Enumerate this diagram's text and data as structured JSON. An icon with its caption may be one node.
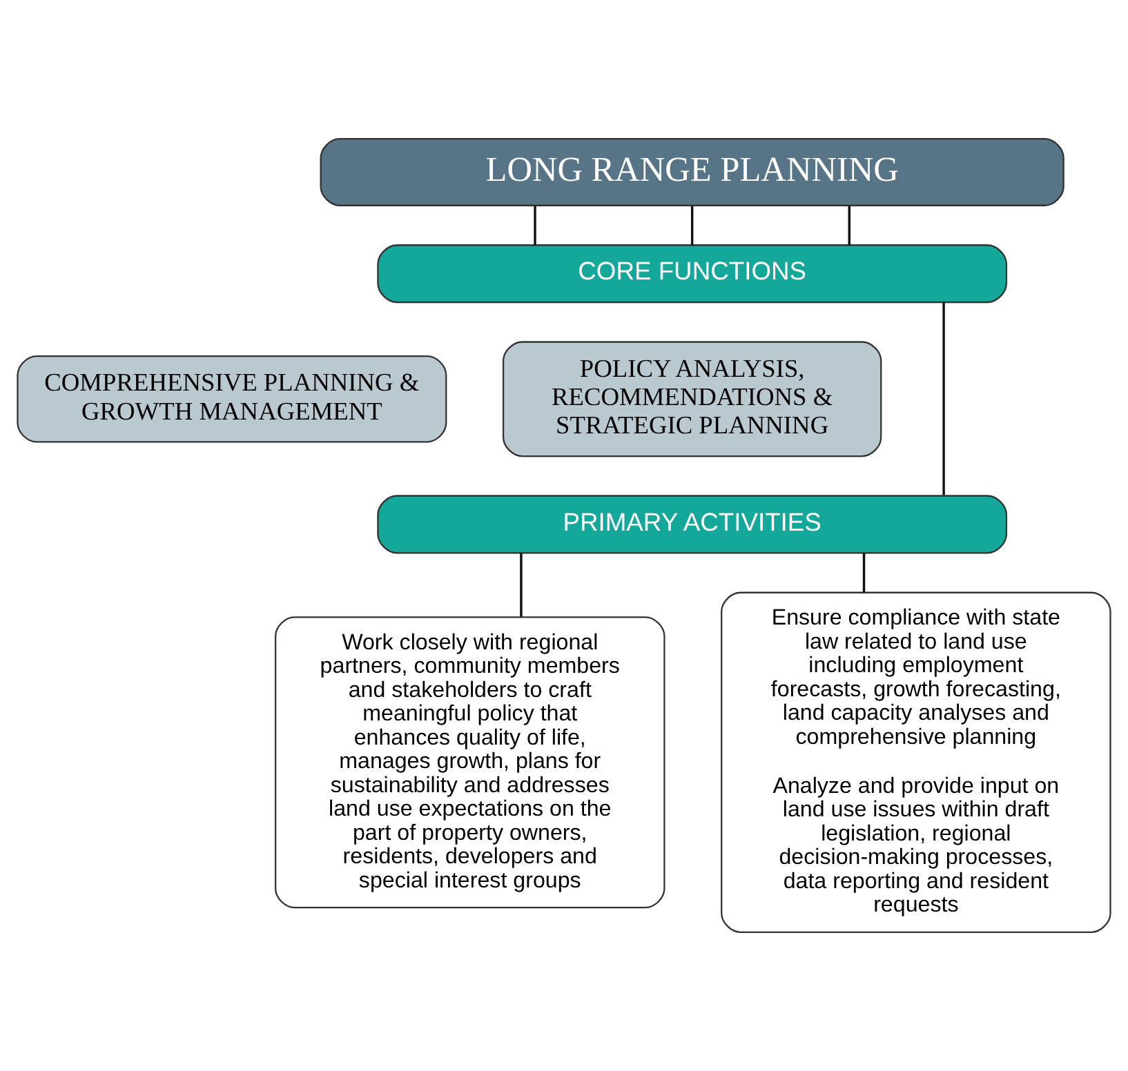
{
  "diagram": {
    "nodes": [
      {
        "text": [
          "LONG RANGE PLANNING"
        ]
      },
      {
        "text": [
          "CORE FUNCTIONS"
        ]
      },
      {
        "text": [
          "COMPREHENSIVE PLANNING & GROWTH MANAGEMENT"
        ]
      },
      {
        "text": [
          "POLICY ANALYSIS, RECOMMENDATIONS & STRATEGIC PLANNING"
        ]
      },
      {
        "text": [
          "PRIMARY ACTIVITIES"
        ]
      },
      {
        "text": [
          "Work closely with regional partners, community members and stakeholders to craft meaningful policy that enhances quality of life, manages growth, plans for sustainability and addresses land use expectations on the part of property owners, residents, developers and special interest groups"
        ]
      },
      {
        "text": [
          "Ensure compliance with state law related to land use including employment forecasts, growth forecasting, land capacity analyses and comprehensive planning",
          "Analyze and provide input on land use issues within draft legislation, regional decision-making processes, data reporting and resident requests"
        ]
      }
    ],
    "edges": [
      {
        "from": 0,
        "to": 1,
        "arrow": "none"
      },
      {
        "from": 0,
        "to": 1,
        "arrow": "none"
      },
      {
        "from": 0,
        "to": 1,
        "arrow": "none"
      },
      {
        "from": 1,
        "to": 4,
        "arrow": "none"
      },
      {
        "from": 4,
        "to": 5,
        "arrow": "none"
      },
      {
        "from": 4,
        "to": 6,
        "arrow": "none"
      }
    ]
  }
}
